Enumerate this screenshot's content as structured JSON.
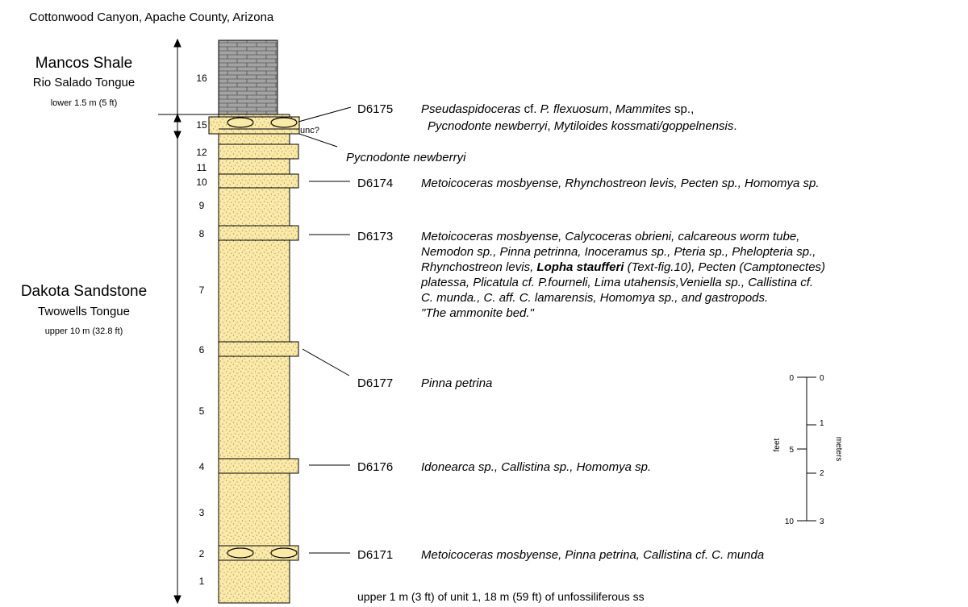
{
  "title": "Cottonwood Canyon, Apache County, Arizona",
  "formations": {
    "upper": {
      "name": "Mancos Shale",
      "member": "Rio Salado Tongue",
      "thickness": "lower 1.5 m (5 ft)"
    },
    "lower": {
      "name": "Dakota Sandstone",
      "member": "Twowells Tongue",
      "thickness": "upper 10 m (32.8 ft)"
    }
  },
  "unit_numbers": [
    "16",
    "15",
    "12",
    "11",
    "10",
    "9",
    "8",
    "7",
    "6",
    "5",
    "4",
    "3",
    "2",
    "1"
  ],
  "unc_label": "unc?",
  "localities": {
    "d6175": {
      "id": "D6175",
      "line1": [
        {
          "text": "Pseudaspidoceras",
          "style": "italic"
        },
        {
          "text": " cf. ",
          "style": "normal"
        },
        {
          "text": "P. flexuosum",
          "style": "italic"
        },
        {
          "text": ", ",
          "style": "normal"
        },
        {
          "text": "Mammites",
          "style": "italic"
        },
        {
          "text": " sp.,",
          "style": "normal"
        }
      ],
      "line2": [
        {
          "text": "Pycnodonte newberryi",
          "style": "italic"
        },
        {
          "text": ", ",
          "style": "normal"
        },
        {
          "text": "Mytiloides kossmati/goppelnensis",
          "style": "italic"
        },
        {
          "text": ".",
          "style": "normal"
        }
      ]
    },
    "pycnodonte": "Pycnodonte newberryi",
    "d6174": {
      "id": "D6174",
      "fauna": "Metoicoceras mosbyense, Rhynchostreon levis, Pecten sp., Homomya sp."
    },
    "d6173": {
      "id": "D6173",
      "line1": "Metoicoceras mosbyense, Calycoceras obrieni, calcareous worm tube,",
      "line2": "Nemodon sp., Pinna petrinna, Inoceramus sp., Pteria sp., Phelopteria sp.,",
      "line3a": "Rhynchostreon levis, ",
      "line3b": "Lopha staufferi",
      "line3c": " (Text-fig.10), Pecten (Camptonectes)",
      "line4": "platessa, Plicatula cf. P.fourneli, Lima utahensis,Veniella  sp., Callistina cf.",
      "line5": "C. munda.,  C. aff. C. lamarensis, Homomya sp., and gastropods.",
      "line6": "\"The ammonite bed.\""
    },
    "d6177": {
      "id": "D6177",
      "fauna": "Pinna petrina"
    },
    "d6176": {
      "id": "D6176",
      "fauna": "Idonearca  sp., Callistina sp., Homomya sp."
    },
    "d6171": {
      "id": "D6171",
      "fauna": "Metoicoceras  mosbyense, Pinna petrina, Callistina cf. C. munda"
    }
  },
  "bottom_note": "upper 1 m (3 ft) of unit 1, 18 m (59 ft) of unfossiliferous ss",
  "scale": {
    "feet_label": "feet",
    "meters_label": "meters",
    "feet_ticks": [
      "0",
      "5",
      "10"
    ],
    "meter_ticks": [
      "0",
      "1",
      "2",
      "3"
    ]
  },
  "colors": {
    "sandstone": "#fbe9a6",
    "shale": "#a3a3a3",
    "outline": "#000000"
  }
}
